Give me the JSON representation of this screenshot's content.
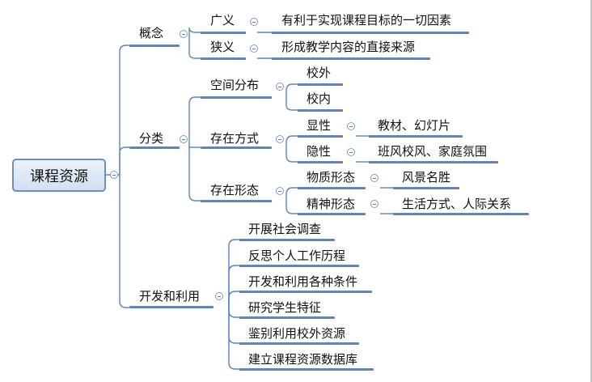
{
  "root": "课程资源",
  "branches": [
    {
      "label": "概念",
      "children": [
        {
          "label": "广义",
          "children": [
            {
              "label": "有利于实现课程目标的一切因素"
            }
          ]
        },
        {
          "label": "狭义",
          "children": [
            {
              "label": "形成教学内容的直接来源"
            }
          ]
        }
      ]
    },
    {
      "label": "分类",
      "children": [
        {
          "label": "空间分布",
          "children": [
            {
              "label": "校外"
            },
            {
              "label": "校内"
            }
          ]
        },
        {
          "label": "存在方式",
          "children": [
            {
              "label": "显性",
              "children": [
                {
                  "label": "教材、幻灯片"
                }
              ]
            },
            {
              "label": "隐性",
              "children": [
                {
                  "label": "班风校风、家庭氛围"
                }
              ]
            }
          ]
        },
        {
          "label": "存在形态",
          "children": [
            {
              "label": "物质形态",
              "children": [
                {
                  "label": "风景名胜"
                }
              ]
            },
            {
              "label": "精神形态",
              "children": [
                {
                  "label": "生活方式、人际关系"
                }
              ]
            }
          ]
        }
      ]
    },
    {
      "label": "开发和利用",
      "children": [
        {
          "label": "开展社会调查"
        },
        {
          "label": "反思个人工作历程"
        },
        {
          "label": "开发和利用各种条件"
        },
        {
          "label": "研究学生特征"
        },
        {
          "label": "鉴别利用校外资源"
        },
        {
          "label": "建立课程资源数据库"
        }
      ]
    }
  ]
}
